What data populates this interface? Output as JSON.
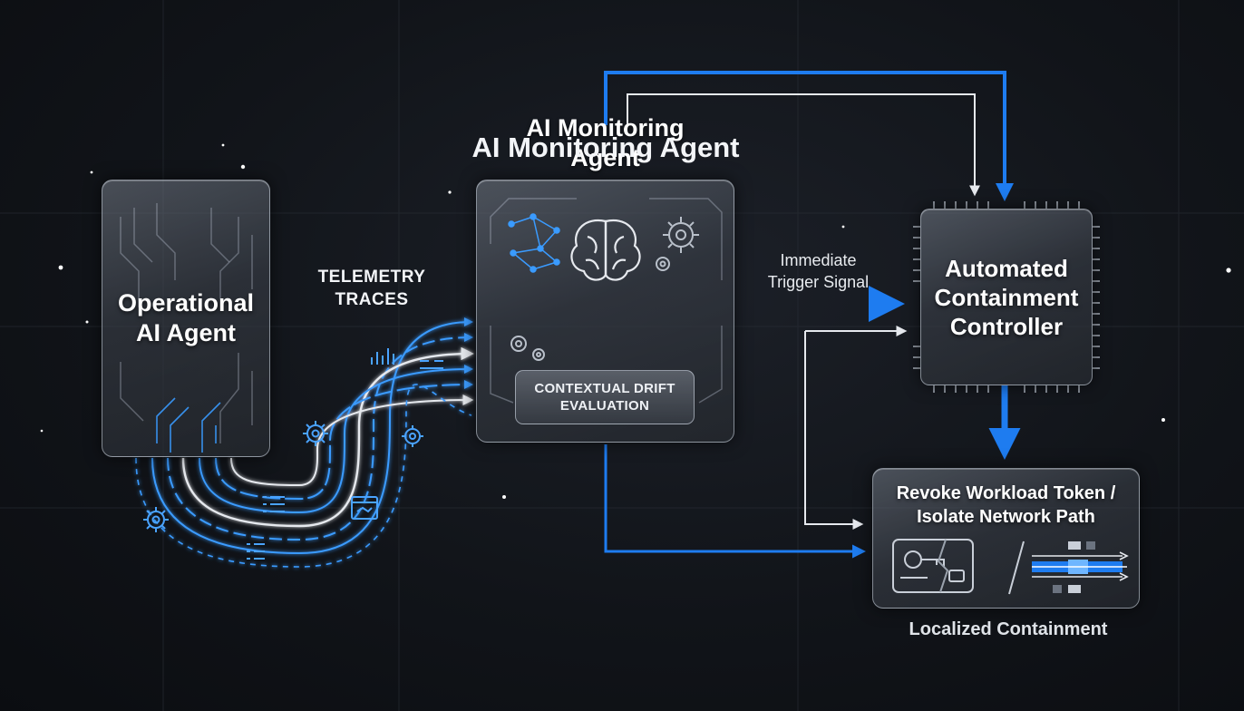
{
  "diagram": {
    "heading": "AI Monitoring Agent",
    "nodes": {
      "operational_agent": {
        "lines": [
          "Operational",
          "AI Agent"
        ]
      },
      "monitoring_agent": {
        "lines": [
          "AI Monitoring",
          "Agent"
        ],
        "sub_label_lines": [
          "CONTEXTUAL DRIFT",
          "EVALUATION"
        ]
      },
      "controller": {
        "lines": [
          "Automated",
          "Containment",
          "Controller"
        ]
      },
      "revoke": {
        "lines": [
          "Revoke Workload Token /",
          "Isolate Network Path"
        ]
      }
    },
    "edge_labels": {
      "telemetry": [
        "TELEMETRY",
        "TRACES"
      ],
      "trigger": [
        "Immediate",
        "Trigger Signal"
      ],
      "localized": "Localized Containment"
    },
    "colors": {
      "accent_blue": "#1e7cf0",
      "glow_blue": "#3a9bff",
      "line_white": "#e6e9ee",
      "background": "#111419"
    },
    "icons": [
      "circuit-traces",
      "neural-network-icon",
      "brain-icon",
      "gear-icon",
      "bar-chart-icon",
      "list-icon",
      "key-card-icon",
      "network-block-icon"
    ]
  }
}
